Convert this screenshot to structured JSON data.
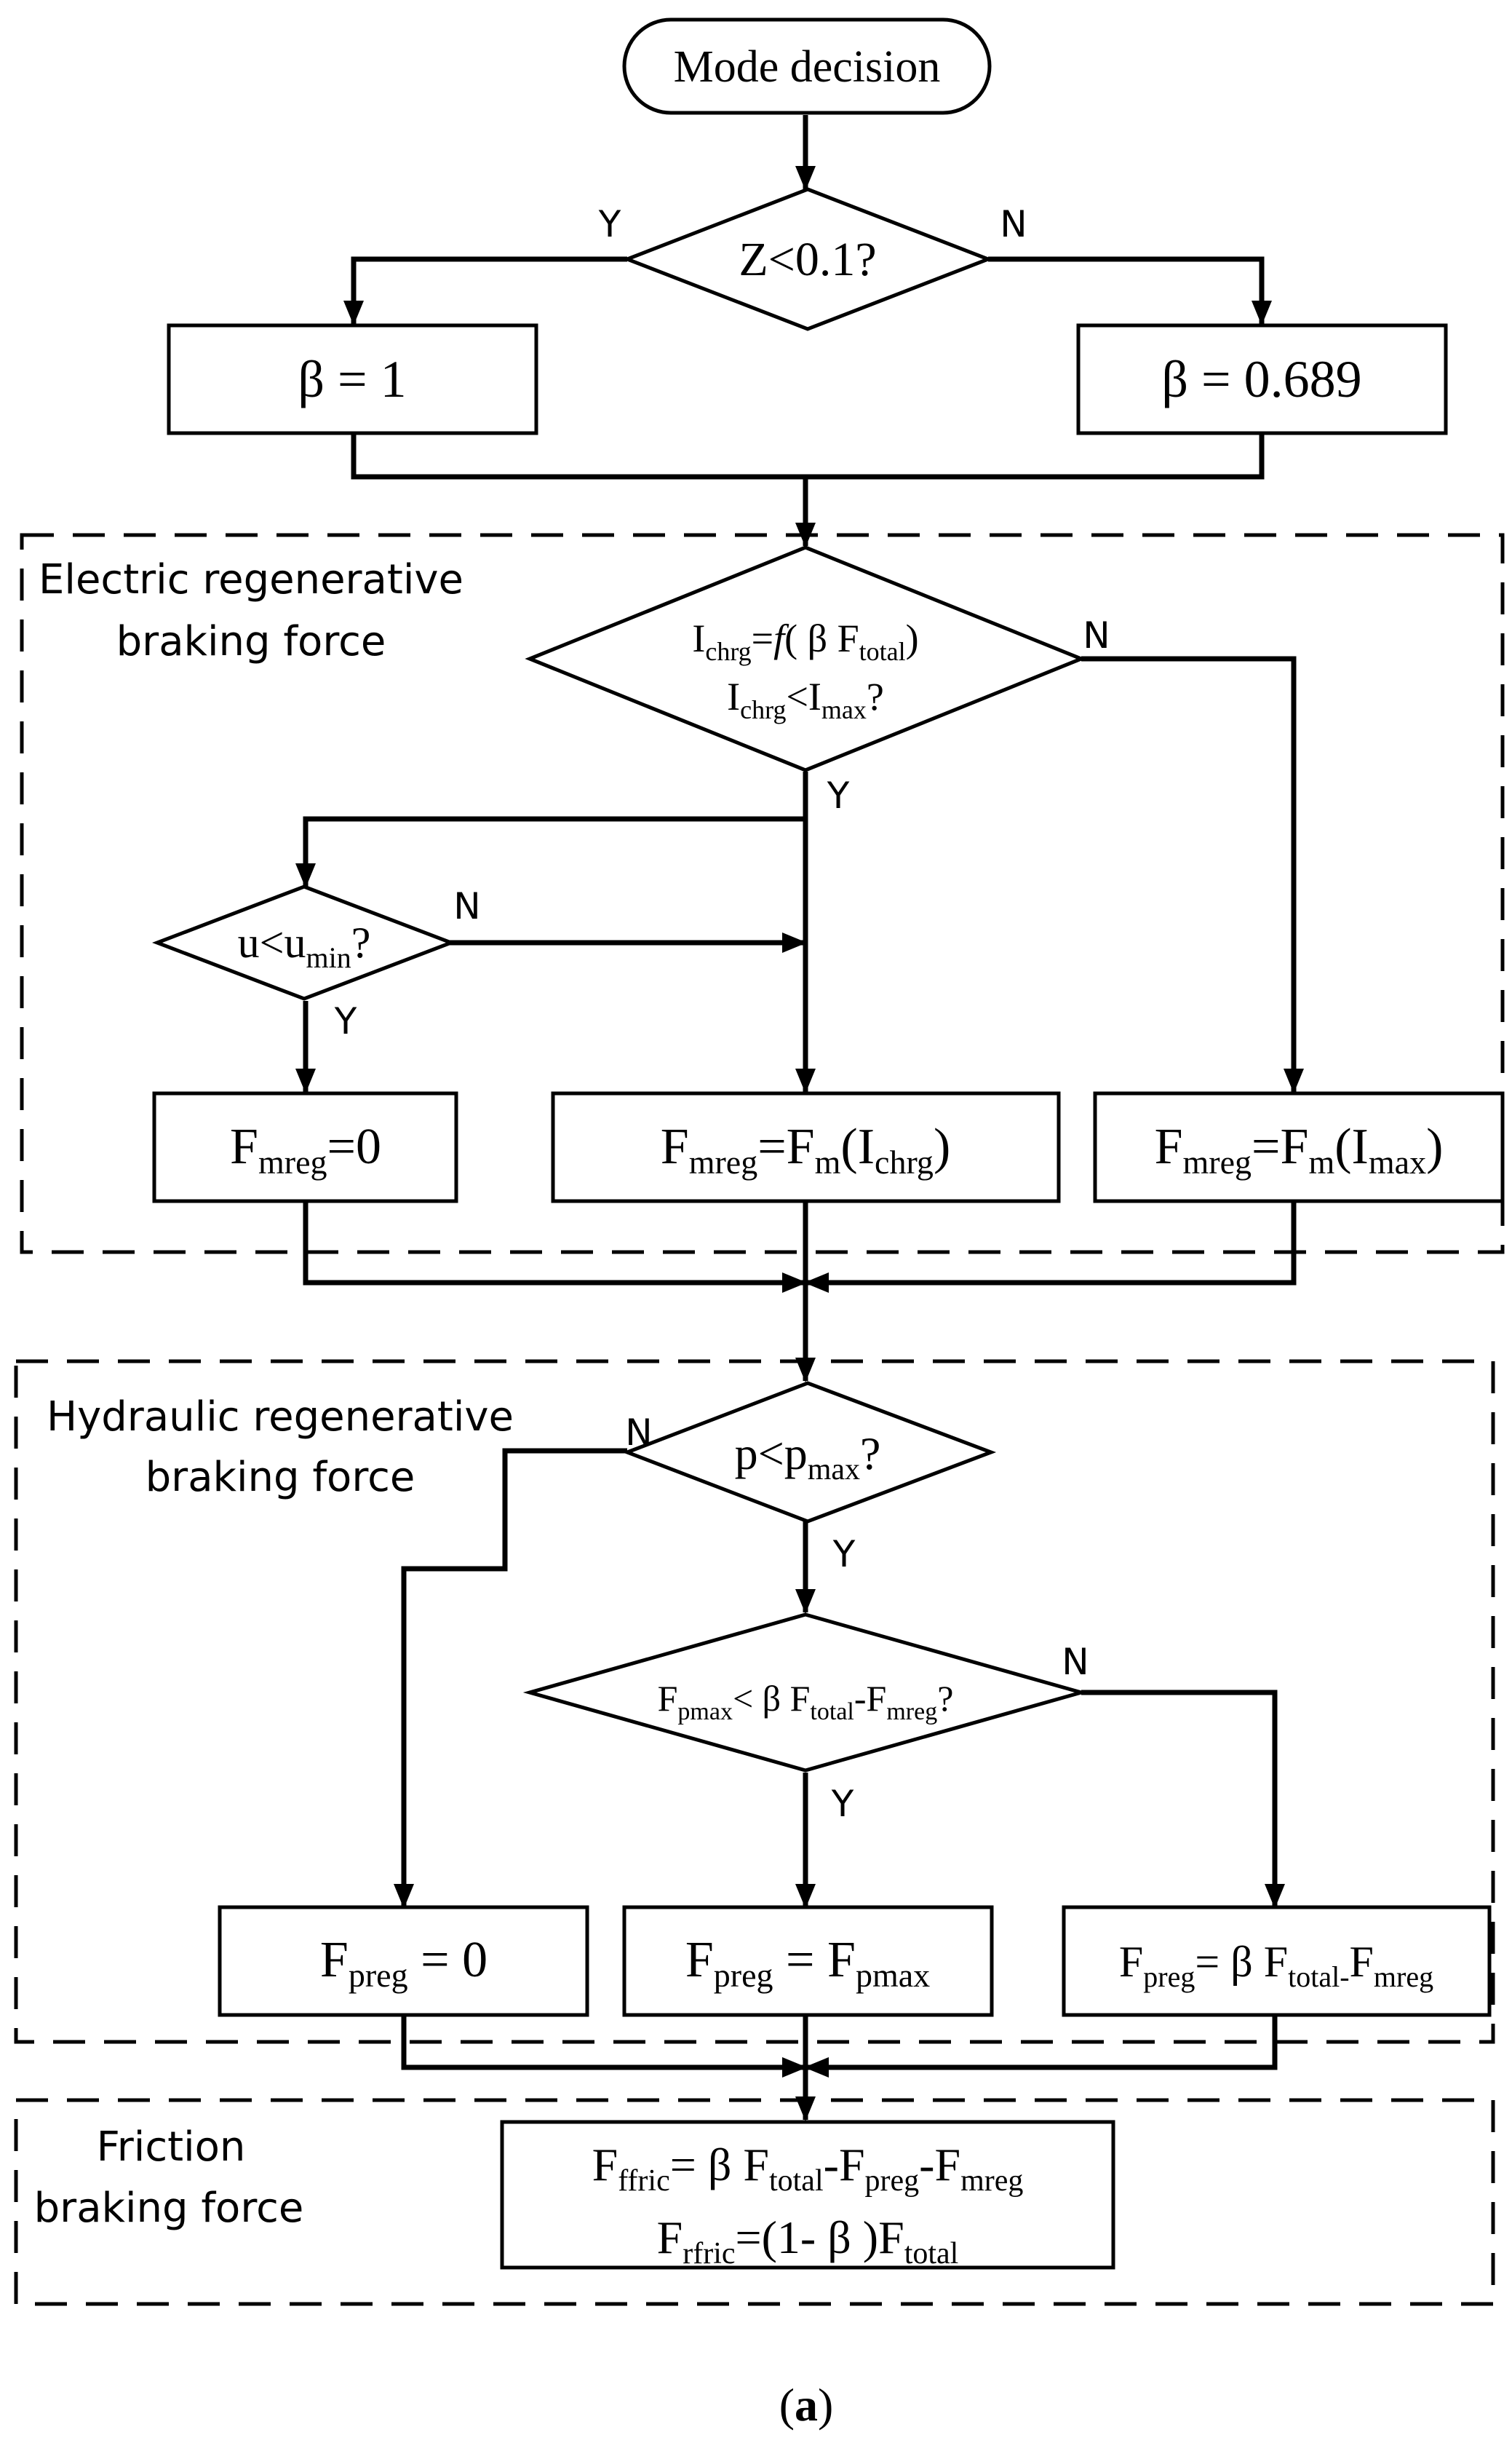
{
  "start": {
    "label": "Mode decision"
  },
  "decision_z": {
    "text": "Z<0.1?",
    "yes": "Y",
    "no": "N"
  },
  "beta_yes": {
    "text": "β = 1"
  },
  "beta_no": {
    "text": "β = 0.689"
  },
  "electric_group": {
    "title_line1": "Electric regenerative",
    "title_line2": "braking force"
  },
  "decision_ichrg": {
    "line1": {
      "a": "I",
      "a_sub": "chrg",
      "b": "=",
      "f": "f",
      "c": "( β F",
      "c_sub": "total",
      "d": ")"
    },
    "line2": {
      "a": "I",
      "a_sub": "chrg",
      "b": "<I",
      "b_sub": "max",
      "c": "?"
    },
    "yes": "Y",
    "no": "N"
  },
  "decision_u": {
    "a": "u<u",
    "a_sub": "min",
    "b": "?",
    "yes": "Y",
    "no": "N"
  },
  "box_fmreg_zero": {
    "a": "F",
    "a_sub": "mreg",
    "b": "=0"
  },
  "box_fmreg_ichrg": {
    "a": "F",
    "a_sub": "mreg",
    "b": "=F",
    "b_sub": "m",
    "c": "(I",
    "c_sub": "chrg",
    "d": ")"
  },
  "box_fmreg_imax": {
    "a": "F",
    "a_sub": "mreg",
    "b": "=F",
    "b_sub": "m",
    "c": "(I",
    "c_sub": "max",
    "d": ")"
  },
  "hydraulic_group": {
    "title_line1": "Hydraulic regenerative",
    "title_line2": "braking force"
  },
  "decision_p": {
    "a": "p<p",
    "a_sub": "max",
    "b": "?",
    "yes": "Y",
    "no": "N"
  },
  "decision_fpmax": {
    "a": "F",
    "a_sub": "pmax",
    "b": "< β F",
    "b_sub": "total",
    "c": "-F",
    "c_sub": "mreg",
    "d": "?",
    "yes": "Y",
    "no": "N"
  },
  "box_fpreg_zero": {
    "a": "F",
    "a_sub": "preg",
    "b": " = 0"
  },
  "box_fpreg_fpmax": {
    "a": "F",
    "a_sub": "preg",
    "b": " = F",
    "b_sub": "pmax"
  },
  "box_fpreg_calc": {
    "a": "F",
    "a_sub": "preg",
    "b": "= β F",
    "b_sub": "total-",
    "c": "F",
    "c_sub": "mreg"
  },
  "friction_group": {
    "title_line1": "Friction",
    "title_line2": "braking force"
  },
  "box_friction": {
    "line1": {
      "a": "F",
      "a_sub": "ffric",
      "b": "= β F",
      "b_sub": "total",
      "c": "-F",
      "c_sub": "preg",
      "d": "-F",
      "d_sub": "mreg"
    },
    "line2": {
      "a": "F",
      "a_sub": "rfric",
      "b": "=(1- β )F",
      "b_sub": "total"
    }
  },
  "caption": {
    "open": "(",
    "letter": "a",
    "close": ")"
  }
}
